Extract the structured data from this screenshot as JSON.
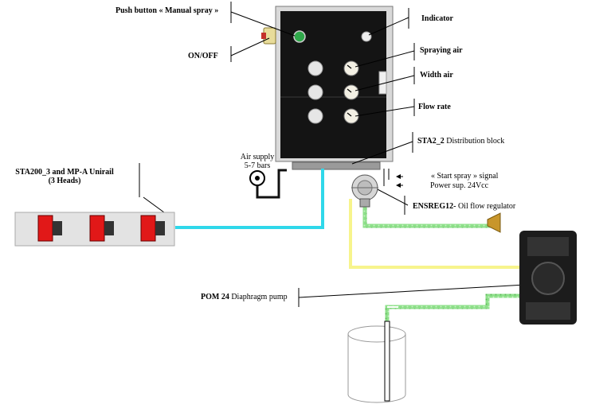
{
  "labels": {
    "push_button": "Push button « Manual spray »",
    "on_off": "ON/OFF",
    "indicator": "Indicator",
    "spraying_air": "Spraying air",
    "width_air": "Width air",
    "flow_rate": "Flow rate",
    "distribution_block_code": "STA2_2",
    "distribution_block_text": " Distribution block",
    "start_spray_signal": "« Start spray » signal",
    "power_supply": "Power sup. 24Vcc",
    "regulator_code": "ENSREG12-",
    "regulator_text": " Oil flow regulator",
    "air_supply_line1": "Air supply",
    "air_supply_line2": "5-7 bars",
    "unirail_line1": "STA200_3 and MP-A Unirail",
    "unirail_line2": "(3 Heads)",
    "pump_code": "POM 24",
    "pump_text": " Diaphragm pump"
  },
  "colors": {
    "cabinet": "#141414",
    "indicator_green": "#2fa84a",
    "on_off_button": "#c4302b",
    "air_line": "#2fd8ea",
    "oil_line": "#f7f48c",
    "feed_hose": "#8ee08a",
    "spray_head": "#e11818",
    "rail": "#e3e3e3"
  }
}
